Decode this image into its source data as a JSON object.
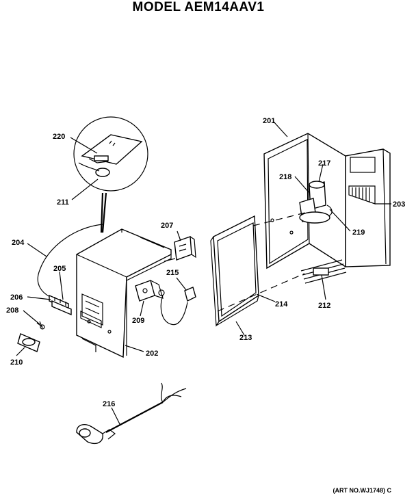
{
  "title": "MODEL AEM14AAV1",
  "art_number": "(ART NO.WJ1748) C",
  "part_labels": {
    "p201": "201",
    "p202": "202",
    "p203": "203",
    "p204": "204",
    "p205": "205",
    "p206": "206",
    "p207": "207",
    "p208": "208",
    "p209": "209",
    "p210": "210",
    "p211": "211",
    "p212": "212",
    "p213": "213",
    "p214": "214",
    "p215": "215",
    "p216": "216",
    "p217": "217",
    "p218": "218",
    "p219": "219",
    "p220": "220"
  }
}
